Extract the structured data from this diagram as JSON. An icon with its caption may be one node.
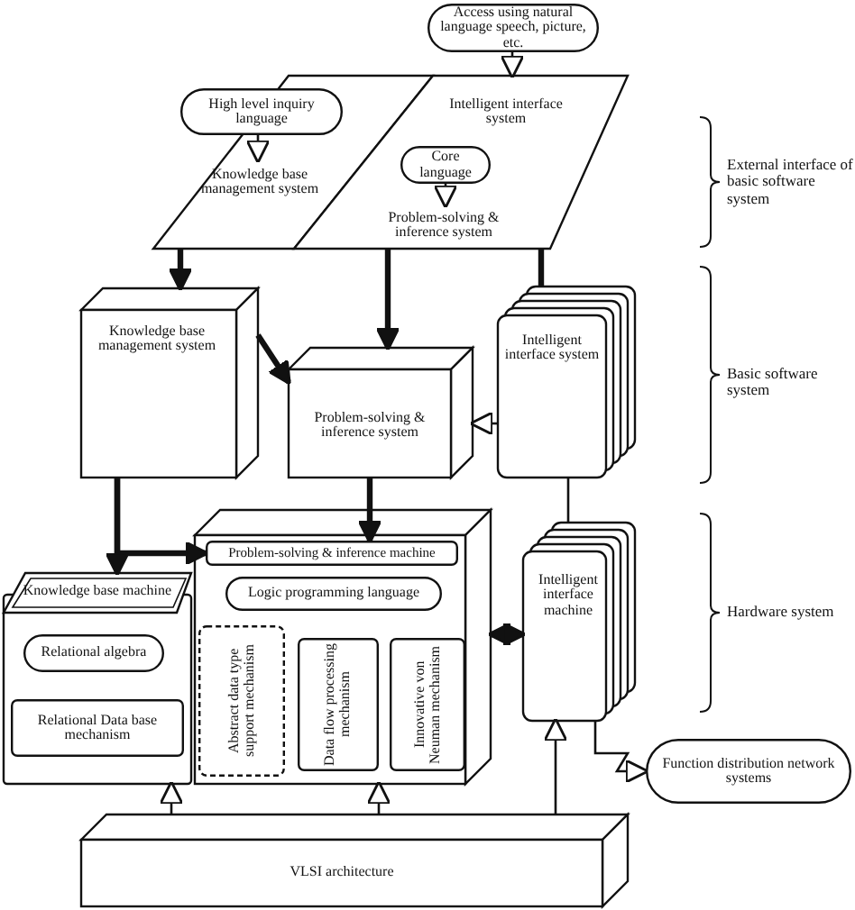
{
  "diagram": {
    "nodes": [
      {
        "text": [
          "Access using natural language speech, picture, etc."
        ]
      },
      {
        "text": [],
        "shape": "parallelogram"
      },
      {
        "text": [
          "High level inquiry language"
        ],
        "in": 1
      },
      {
        "text": [
          "Knowledge base management system"
        ],
        "in": 1
      },
      {
        "text": [
          "Intelligent interface system"
        ]
      },
      {
        "text": [
          "Core language"
        ],
        "in": 4
      },
      {
        "text": [
          "Problem-solving & inference system"
        ],
        "in": 4
      },
      {
        "text": [
          "Knowledge base management system"
        ]
      },
      {
        "text": [
          "Problem-solving & inference system"
        ]
      },
      {
        "text": [
          "Intelligent interface system"
        ]
      },
      {
        "text": [],
        "shape": "box"
      },
      {
        "text": [
          "Problem-solving & inference machine"
        ],
        "in": 10
      },
      {
        "text": [
          "Logic programming language"
        ],
        "in": 10
      },
      {
        "text": [
          "Abstract data type support mechanism"
        ],
        "in": 10
      },
      {
        "text": [
          "Data flow processing mechanism"
        ],
        "in": 10
      },
      {
        "text": [
          "Innovative von Neuman mechanism"
        ],
        "in": 10
      },
      {
        "text": [
          "Knowledge base machine"
        ]
      },
      {
        "text": [
          "Relational algebra"
        ],
        "in": 16
      },
      {
        "text": [
          "Relational Data base mechanism"
        ],
        "in": 16
      },
      {
        "text": [
          "Intelligent interface machine"
        ]
      },
      {
        "text": [
          "Function distribution network systems"
        ]
      },
      {
        "text": [
          "VLSI architecture"
        ]
      }
    ],
    "edges": [
      {
        "from": 0,
        "to": 4,
        "arrow": "to"
      },
      {
        "from": 2,
        "to": 3,
        "arrow": "to"
      },
      {
        "from": 5,
        "to": 6,
        "arrow": "to"
      },
      {
        "from": 1,
        "to": 7,
        "arrow": "to",
        "style": "thick"
      },
      {
        "from": 4,
        "to": 8,
        "arrow": "to",
        "style": "thick"
      },
      {
        "from": 4,
        "to": 9,
        "arrow": "none",
        "style": "thick"
      },
      {
        "from": 7,
        "to": 8,
        "arrow": "to",
        "style": "thick"
      },
      {
        "from": 9,
        "to": 8,
        "arrow": "to"
      },
      {
        "from": 8,
        "to": 11,
        "arrow": "to",
        "style": "thick"
      },
      {
        "from": 7,
        "to": 11,
        "arrow": "to",
        "style": "thick"
      },
      {
        "from": 7,
        "to": 16,
        "arrow": "to",
        "style": "thick"
      },
      {
        "from": 9,
        "to": 19,
        "arrow": "none"
      },
      {
        "from": 10,
        "to": 19,
        "arrow": "both",
        "style": "thick"
      },
      {
        "from": 19,
        "to": 20,
        "arrow": "to"
      },
      {
        "from": 21,
        "to": 16,
        "arrow": "to"
      },
      {
        "from": 21,
        "to": 10,
        "arrow": "to"
      },
      {
        "from": 21,
        "to": 19,
        "arrow": "to"
      }
    ],
    "labels": [
      "External interface of basic software system",
      "Basic software system",
      "Hardware system"
    ]
  }
}
